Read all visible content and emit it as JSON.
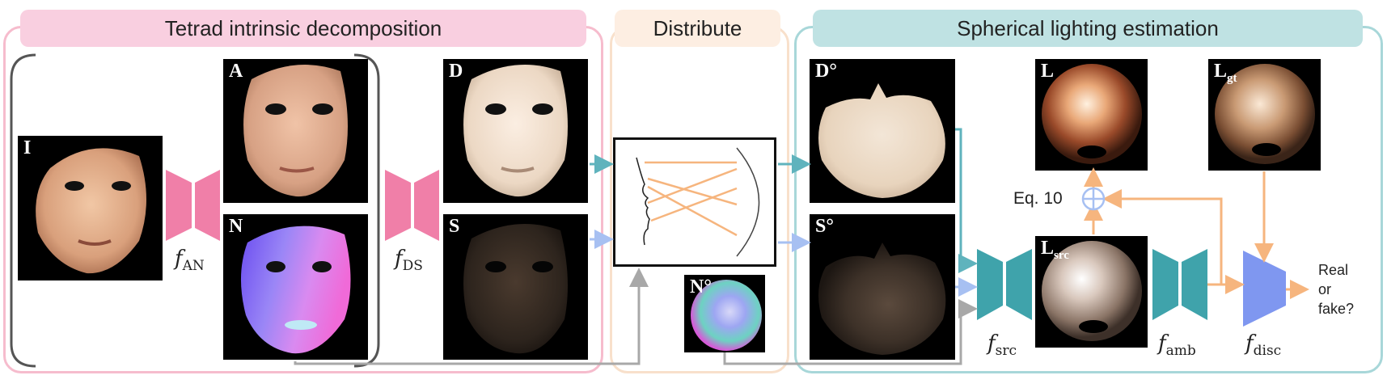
{
  "sections": {
    "tetrad": {
      "title": "Tetrad intrinsic decomposition",
      "color": "#f9cfe0",
      "border": "#f6b9cc"
    },
    "distribute": {
      "title": "Distribute",
      "color": "#fdeee2",
      "border": "#f6dcc6"
    },
    "spherical": {
      "title": "Spherical lighting estimation",
      "color": "#bfe2e3",
      "border": "#a6d6d8"
    }
  },
  "images": {
    "I": "I",
    "A": "A",
    "N": "N",
    "D": "D",
    "S": "S",
    "D_circ": "D°",
    "S_circ": "S°",
    "N_circ": "N°",
    "L": "L",
    "L_gt": {
      "main": "L",
      "sub": "gt"
    },
    "L_src": {
      "main": "L",
      "sub": "src"
    }
  },
  "networks": {
    "f_AN": {
      "f": "f",
      "sub": "AN"
    },
    "f_DS": {
      "f": "f",
      "sub": "DS"
    },
    "f_src": {
      "f": "f",
      "sub": "src"
    },
    "f_amb": {
      "f": "f",
      "sub": "amb"
    },
    "f_disc": {
      "f": "f",
      "sub": "disc"
    }
  },
  "labels": {
    "eq": "Eq. 10",
    "output_line1": "Real",
    "output_line2": "or",
    "output_line3": "fake?"
  },
  "colors": {
    "pink_net": "#f07fa8",
    "teal_net": "#3fa3ab",
    "blue_net": "#7f97f0",
    "teal_arrow": "#5fb3bd",
    "blue_arrow": "#a7c0f2",
    "gray_arrow": "#a8a8a8",
    "orange_arrow": "#f6b57e"
  },
  "icons": [
    "face-profile-icon",
    "oplus-icon",
    "bracket-icon"
  ]
}
